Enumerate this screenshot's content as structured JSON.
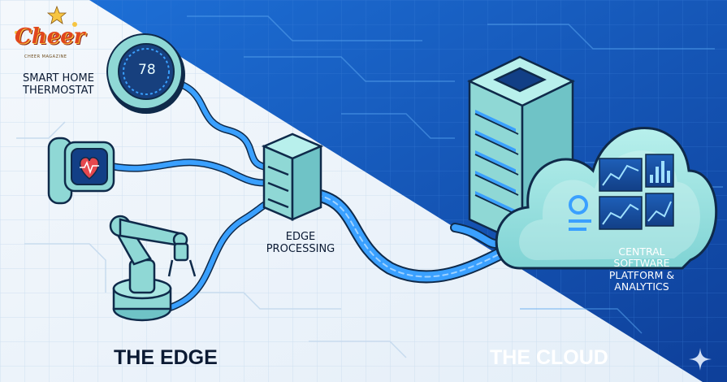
{
  "logo": {
    "text": "Cheer",
    "subtext": "CHEER MAGAZINE"
  },
  "thermostat": {
    "label": "SMART HOME THERMOSTAT",
    "temperature": "78"
  },
  "edge_processing": {
    "label": "EDGE PROCESSING"
  },
  "cloud_platform": {
    "label": "CENTRAL SOFTWARE PLATFORM & ANALYTICS"
  },
  "sections": {
    "edge": "THE EDGE",
    "cloud": "THE CLOUD"
  },
  "colors": {
    "edge_bg": "#eef4fa",
    "cloud_bg": "#1657b8",
    "accent": "#3aa0ff",
    "device_fill": "#9fe0dd",
    "outline": "#0f2a4a"
  },
  "icons": [
    "smartwatch-icon",
    "heart-rate-icon",
    "robotic-arm-icon",
    "edge-server-icon",
    "server-rack-icon",
    "cloud-icon",
    "analytics-chart-icon",
    "sparkle-icon"
  ]
}
